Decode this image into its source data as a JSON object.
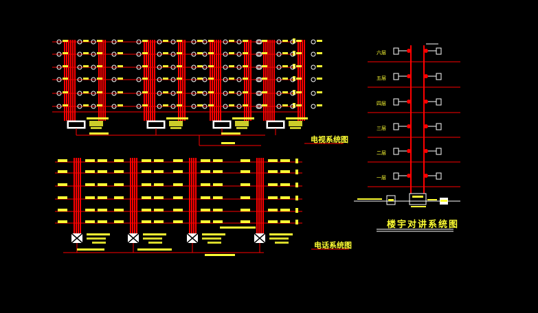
{
  "colors": {
    "background": "#000000",
    "cable": "#ff0000",
    "label": "#ffff33",
    "outlet": "#ffffff"
  },
  "titles": {
    "tv": "电视系统图",
    "tel": "电话系统图",
    "intercom": "楼宇对讲系统图"
  },
  "intercom_floors": [
    "六层",
    "五层",
    "四层",
    "三层",
    "二层",
    "一层"
  ],
  "icons": {
    "tv_outlet": "tv-outlet-icon",
    "tel_outlet": "telephone-outlet-icon",
    "tv_box": "tv-distribution-box-icon",
    "tel_box": "telephone-junction-box-icon",
    "indoor_unit": "intercom-indoor-unit-icon",
    "door_station": "door-station-icon"
  }
}
